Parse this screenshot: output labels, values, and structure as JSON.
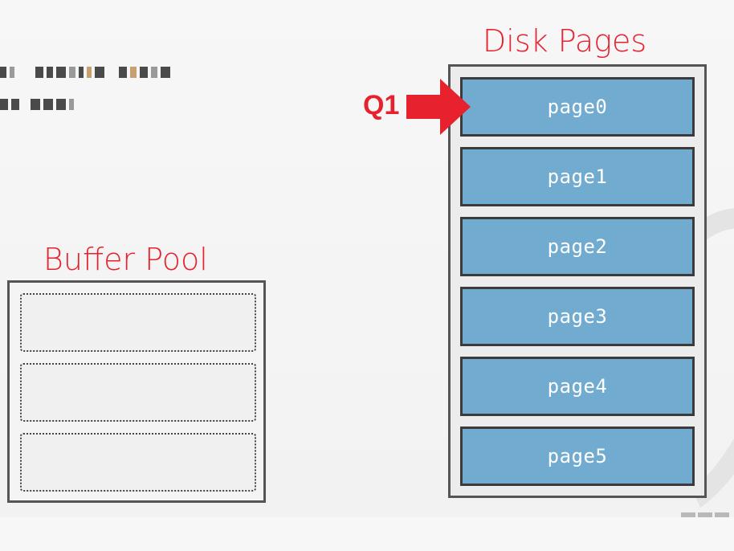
{
  "buffer_pool": {
    "title": "Buffer Pool",
    "frame_count": 3
  },
  "disk": {
    "title": "Disk Pages",
    "pages": [
      "page0",
      "page1",
      "page2",
      "page3",
      "page4",
      "page5"
    ]
  },
  "query": {
    "label": "Q1",
    "target_page": "page0"
  },
  "colors": {
    "accent": "#e8212e",
    "page_fill": "#72abd0",
    "border": "#3b3b3b"
  }
}
